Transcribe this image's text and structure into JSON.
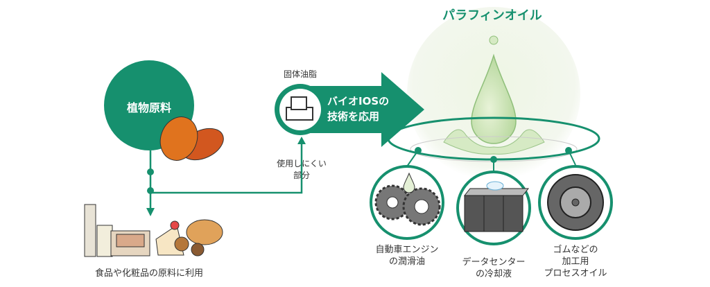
{
  "title": "パラフィンオイル",
  "source": "植物原料",
  "arrow": {
    "input_label": "固体油脂",
    "line1": "バイオIOSの",
    "line2": "技術を応用"
  },
  "side_label": {
    "line1": "使用しにくい",
    "line2": "部分"
  },
  "products_caption": "食品や化粧品の原料に利用",
  "uses": [
    {
      "line1": "自動車エンジン",
      "line2": "の潤滑油"
    },
    {
      "line1": "データセンター",
      "line2": "の冷却液"
    },
    {
      "line1": "ゴムなどの",
      "line2": "加工用",
      "line3": "プロセスオイル"
    }
  ],
  "colors": {
    "accent": "#16906e",
    "sphere": "#e9f3df"
  }
}
